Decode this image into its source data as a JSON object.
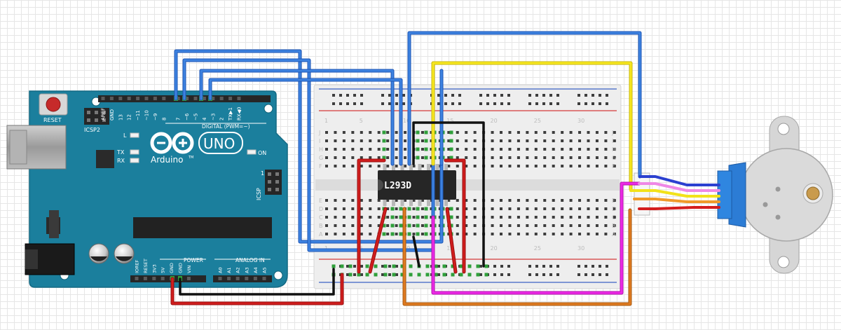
{
  "arduino": {
    "reset_label": "RESET",
    "icsp2_label": "ICSP2",
    "icsp_label": "ICSP",
    "brand": "Arduino",
    "trademark": "TM",
    "model": "UNO",
    "led_l": "L",
    "led_tx": "TX",
    "led_rx": "RX",
    "led_on": "ON",
    "digital_label": "DIGITAL (PWM=~)",
    "power_label": "POWER",
    "analog_label": "ANALOG IN",
    "icsp_pin1": "1",
    "digital_pins": [
      "AREF",
      "GND",
      "13",
      "12",
      "~11",
      "~10",
      "~9",
      "8",
      "7",
      "~6",
      "~5",
      "4",
      "~3",
      "2",
      "TX▶1",
      "RX◀0"
    ],
    "power_pins": [
      "IOREF",
      "RESET",
      "3V3",
      "5V",
      "GND",
      "GND",
      "VIN"
    ],
    "analog_pins": [
      "A0",
      "A1",
      "A2",
      "A3",
      "A4",
      "A5"
    ]
  },
  "breadboard": {
    "row_letters_top": [
      "J",
      "I",
      "H",
      "G",
      "F"
    ],
    "row_letters_bottom": [
      "E",
      "D",
      "C",
      "B",
      "A"
    ],
    "column_numbers": [
      "1",
      "5",
      "10",
      "15",
      "20",
      "25",
      "30"
    ]
  },
  "chip": {
    "label": "L293D"
  },
  "colors": {
    "pcb": "#1b7f9d",
    "pcb_dark": "#156a84",
    "breadboard": "#eeeeee",
    "wire_blue": "#2f6fd0",
    "wire_yellow": "#f5e51a",
    "wire_black": "#111111",
    "wire_red": "#c91717",
    "wire_orange": "#d9761c",
    "wire_magenta": "#e61ae0",
    "motor": "#d8d8d8",
    "motor_cap": "#2c7cd5",
    "motor_shaft": "#c99b4d"
  }
}
